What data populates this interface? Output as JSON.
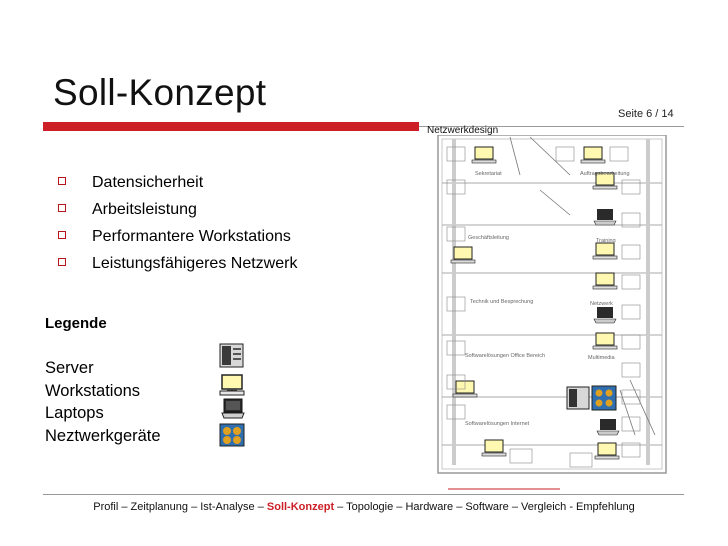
{
  "slide": {
    "title": "Soll-Konzept",
    "page_label": "Seite 6 / 14",
    "diagram_title": "Netzwerkdesign",
    "accent_color": "#cc1f26"
  },
  "bullets": [
    "Datensicherheit",
    "Arbeitsleistung",
    "Performantere Workstations",
    "Leistungsfähigeres Netzwerk"
  ],
  "legend": {
    "heading": "Legende",
    "items": [
      {
        "label": "Server",
        "icon": "server-icon"
      },
      {
        "label": "Workstations",
        "icon": "workstation-icon"
      },
      {
        "label": "Laptops",
        "icon": "laptop-icon"
      },
      {
        "label": "Neztwerkgeräte",
        "icon": "network-device-icon"
      }
    ]
  },
  "diagram": {
    "rooms": [
      "Sekretariat",
      "Auftragsbearbeitung",
      "Geschäftsleitung",
      "Training",
      "Technik und Besprechung",
      "Netzwerk",
      "Softwarelösungen Office Bereich",
      "Multimedia",
      "Softwarelösungen Internet"
    ]
  },
  "footer": {
    "before": "Profil – Zeitplanung – Ist-Analyse – ",
    "current": "Soll-Konzept",
    "after": " – Topologie – Hardware – Software – Vergleich - Empfehlung"
  }
}
